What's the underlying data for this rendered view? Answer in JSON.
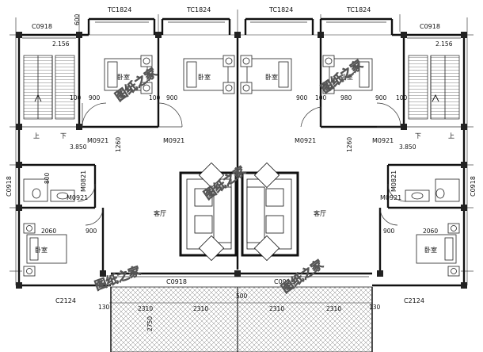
{
  "drawing": {
    "windows": {
      "top": [
        "TC1824",
        "TC1824",
        "TC1824",
        "TC1824"
      ],
      "corner_left": "C0918",
      "corner_right": "C0918",
      "side_left": "C0918",
      "side_right": "C0918",
      "bottom_left": "C2124",
      "bottom_right": "C2124",
      "bottom_center_left": "C0918",
      "bottom_center_right": "C0918"
    },
    "doors": {
      "m0921_a": "M0921",
      "m0921_b": "M0921",
      "m0821_left": "M0821",
      "m0921_left": "M0921",
      "m0821_right": "M0821",
      "m0921_right": "M0921"
    },
    "rooms": {
      "bedroom": "卧室",
      "living": "客厅",
      "up": "上",
      "down": "下"
    },
    "dims": {
      "d900": "900",
      "d100": "100",
      "d980": "980",
      "d1260": "1260",
      "d3850": "3.850",
      "d2156": "2.156",
      "d2060": "2060",
      "d800": "800",
      "d2310": "2310",
      "d2750": "2750",
      "d130": "130",
      "d500": "500",
      "d600": "600"
    },
    "watermark": "图纸之家"
  }
}
